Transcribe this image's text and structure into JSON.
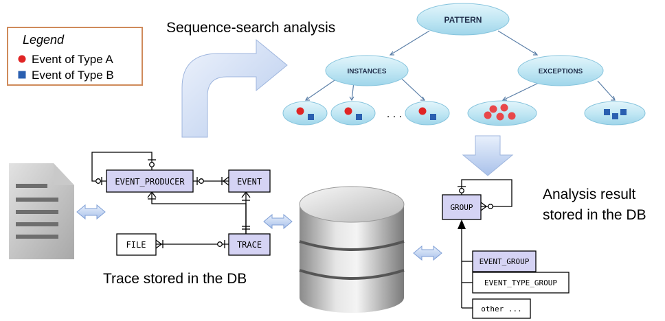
{
  "legend": {
    "title": "Legend",
    "items": [
      {
        "label": "Event of Type A",
        "color": "#e02424",
        "shape": "circle"
      },
      {
        "label": "Event of Type B",
        "color": "#2a5fb0",
        "shape": "square"
      }
    ]
  },
  "captions": {
    "sequence_search": "Sequence-search analysis",
    "trace_stored": "Trace stored in the DB",
    "analysis_line1": "Analysis result",
    "analysis_line2": "stored in the DB"
  },
  "tree": {
    "root": "PATTERN",
    "instances": "INSTANCES",
    "exceptions": "EXCEPTIONS",
    "ellipsis": ". . ."
  },
  "trace_schema": {
    "event_producer": "EVENT_PRODUCER",
    "event": "EVENT",
    "file": "FILE",
    "trace": "TRACE"
  },
  "result_schema": {
    "group": "GROUP",
    "event_group": "EVENT_GROUP",
    "event_type_group": "EVENT_TYPE_GROUP",
    "other": "other ..."
  },
  "colors": {
    "entity_fill": "#d5d3f4",
    "ellipse_fill": "#bfe6f3",
    "arrow_fill": "#c6d6f1",
    "legend_border": "#cf8a5a",
    "type_a": "#e02424",
    "type_b": "#2a5fb0"
  }
}
